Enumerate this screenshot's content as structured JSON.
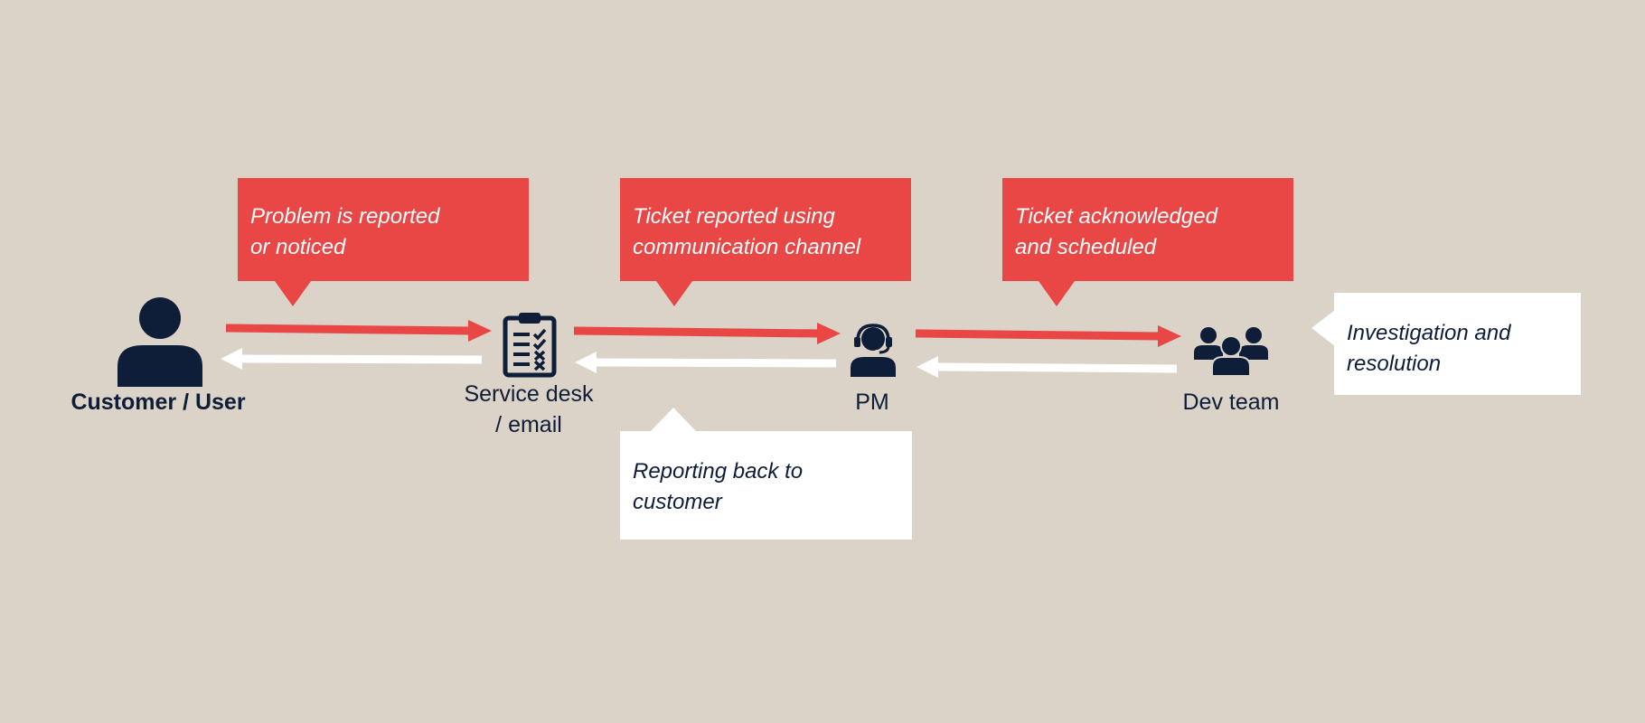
{
  "callouts": {
    "problem": {
      "lines": [
        "Problem is reported",
        "or noticed"
      ]
    },
    "ticket_reported": {
      "lines": [
        "Ticket reported using",
        "communication channel"
      ]
    },
    "ticket_ack": {
      "lines": [
        "Ticket acknowledged",
        "and scheduled"
      ]
    },
    "reporting_back": {
      "lines": [
        "Reporting back to",
        "customer"
      ]
    },
    "investigation": {
      "lines": [
        "Investigation and",
        "resolution"
      ]
    }
  },
  "actors": {
    "customer": {
      "label": "Customer / User",
      "icon": "person-icon"
    },
    "service_desk": {
      "lines": [
        "Service desk",
        "/ email"
      ],
      "icon": "clipboard-checklist-icon"
    },
    "pm": {
      "label": "PM",
      "icon": "headset-operator-icon"
    },
    "dev_team": {
      "label": "Dev team",
      "icon": "group-icon"
    }
  },
  "colors": {
    "background": "#dbd2c8",
    "accent_red": "#e94646",
    "navy": "#0e1d38",
    "white": "#ffffff"
  }
}
